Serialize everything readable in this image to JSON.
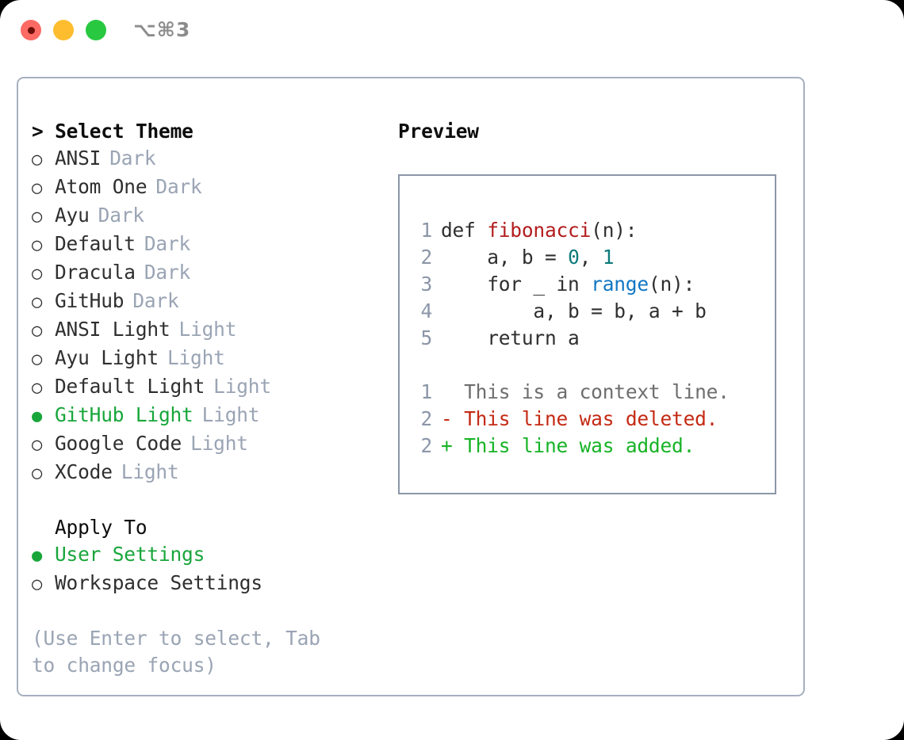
{
  "window": {
    "traffic_lights": [
      {
        "name": "close",
        "color": "#fb6a63"
      },
      {
        "name": "minimize",
        "color": "#fdbd2f"
      },
      {
        "name": "zoom",
        "color": "#28c840"
      }
    ],
    "shortcut": "⌥⌘3"
  },
  "theme_panel": {
    "header": "> Select Theme",
    "items": [
      {
        "bullet": "○",
        "name": "ANSI",
        "tag": "Dark",
        "selected": false
      },
      {
        "bullet": "○",
        "name": "Atom One",
        "tag": "Dark",
        "selected": false
      },
      {
        "bullet": "○",
        "name": "Ayu",
        "tag": "Dark",
        "selected": false
      },
      {
        "bullet": "○",
        "name": "Default",
        "tag": "Dark",
        "selected": false
      },
      {
        "bullet": "○",
        "name": "Dracula",
        "tag": "Dark",
        "selected": false
      },
      {
        "bullet": "○",
        "name": "GitHub",
        "tag": "Dark",
        "selected": false
      },
      {
        "bullet": "○",
        "name": "ANSI Light",
        "tag": "Light",
        "selected": false
      },
      {
        "bullet": "○",
        "name": "Ayu Light",
        "tag": "Light",
        "selected": false
      },
      {
        "bullet": "○",
        "name": "Default Light",
        "tag": "Light",
        "selected": false
      },
      {
        "bullet": "●",
        "name": "GitHub Light",
        "tag": "Light",
        "selected": true
      },
      {
        "bullet": "○",
        "name": "Google Code",
        "tag": "Light",
        "selected": false
      },
      {
        "bullet": "○",
        "name": "XCode",
        "tag": "Light",
        "selected": false
      }
    ]
  },
  "apply_to": {
    "title": "Apply To",
    "options": [
      {
        "bullet": "●",
        "label": "User Settings",
        "selected": true
      },
      {
        "bullet": "○",
        "label": "Workspace Settings",
        "selected": false
      }
    ]
  },
  "hint": "(Use Enter to select, Tab to change focus)",
  "preview": {
    "header": "Preview",
    "code_lines": [
      {
        "no": "1",
        "parts": [
          {
            "t": "def ",
            "k": "plain"
          },
          {
            "t": "fibonacci",
            "k": "fn"
          },
          {
            "t": "(n):",
            "k": "plain"
          }
        ]
      },
      {
        "no": "2",
        "parts": [
          {
            "t": "    a, b = ",
            "k": "plain"
          },
          {
            "t": "0",
            "k": "num"
          },
          {
            "t": ", ",
            "k": "plain"
          },
          {
            "t": "1",
            "k": "num"
          }
        ]
      },
      {
        "no": "3",
        "parts": [
          {
            "t": "    for _ in ",
            "k": "plain"
          },
          {
            "t": "range",
            "k": "call"
          },
          {
            "t": "(n):",
            "k": "plain"
          }
        ]
      },
      {
        "no": "4",
        "parts": [
          {
            "t": "        a, b = b, a + b",
            "k": "plain"
          }
        ]
      },
      {
        "no": "5",
        "parts": [
          {
            "t": "    return a",
            "k": "plain"
          }
        ]
      }
    ],
    "diff_lines": [
      {
        "no": "1",
        "marker": "  ",
        "text": "This is a context line.",
        "kind": "context"
      },
      {
        "no": "2",
        "marker": "- ",
        "text": "This line was deleted.",
        "kind": "deleted"
      },
      {
        "no": "2",
        "marker": "+ ",
        "text": "This line was added.",
        "kind": "added"
      }
    ]
  },
  "colors": {
    "accent_green": "#18a63b",
    "muted": "#9aa4b4",
    "border": "#a7b0bf",
    "preview_border": "#8b96a8",
    "syntax_function": "#b31d1d",
    "syntax_number": "#0d7a7a",
    "syntax_call": "#1277c4",
    "diff_deleted": "#c42a14",
    "diff_added": "#17b326",
    "diff_context": "#6e6e6e"
  }
}
